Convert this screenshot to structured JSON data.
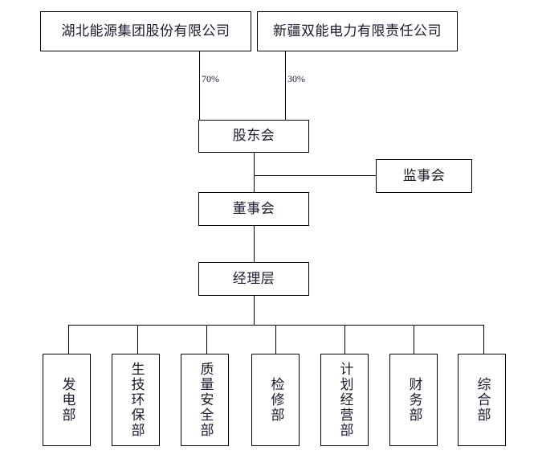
{
  "diagram": {
    "type": "org-chart",
    "title": "",
    "nodes": {
      "shareholder_a": {
        "label": "湖北能源集团股份有限公司"
      },
      "shareholder_b": {
        "label": "新疆双能电力有限责任公司"
      },
      "shareholders_meeting": {
        "label": "股东会"
      },
      "board_of_supervisors": {
        "label": "监事会"
      },
      "board_of_directors": {
        "label": "董事会"
      },
      "management": {
        "label": "经理层"
      }
    },
    "edge_labels": {
      "shareholder_a_pct": "70%",
      "shareholder_b_pct": "30%"
    },
    "departments": [
      {
        "label": "发电部"
      },
      {
        "label": "生技环保部"
      },
      {
        "label": "质量安全部"
      },
      {
        "label": "检修部"
      },
      {
        "label": "计划经营部"
      },
      {
        "label": "财务部"
      },
      {
        "label": "综合部"
      }
    ],
    "colors": {
      "line": "#000000",
      "text": "#1a1a2e",
      "background": "#ffffff"
    }
  }
}
